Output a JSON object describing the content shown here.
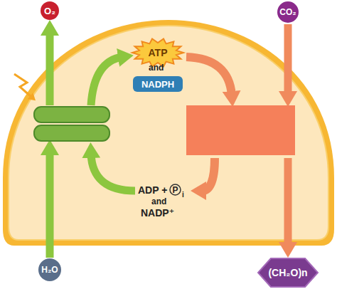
{
  "diagram": {
    "nodes": [
      {
        "text": [
          "O₂"
        ]
      },
      {
        "text": [
          "CO₂"
        ]
      },
      {
        "text": [
          "ATP"
        ]
      },
      {
        "text": [
          "NADPH"
        ]
      },
      {
        "text": [
          "P"
        ]
      },
      {
        "text": [
          "H₂O"
        ]
      },
      {
        "text": [
          "(CH₂O)n"
        ]
      }
    ],
    "labels": [
      "and",
      "ADP +",
      "i",
      "and",
      "NADP⁺"
    ]
  }
}
